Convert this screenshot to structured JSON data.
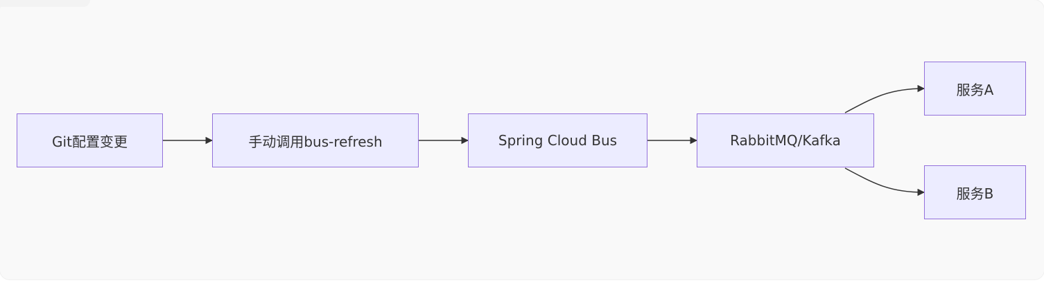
{
  "nodes": {
    "git_change": "Git配置变更",
    "manual_refresh": "手动调用bus-refresh",
    "spring_cloud_bus": "Spring Cloud Bus",
    "mq": "RabbitMQ/Kafka",
    "service_a": "服务A",
    "service_b": "服务B"
  },
  "edges": [
    {
      "from": "git_change",
      "to": "manual_refresh"
    },
    {
      "from": "manual_refresh",
      "to": "spring_cloud_bus"
    },
    {
      "from": "spring_cloud_bus",
      "to": "mq"
    },
    {
      "from": "mq",
      "to": "service_a"
    },
    {
      "from": "mq",
      "to": "service_b"
    }
  ],
  "colors": {
    "background": "#f9f9f9",
    "node_fill": "#ececff",
    "node_border": "#9370db",
    "edge": "#333333",
    "text": "#333333"
  }
}
